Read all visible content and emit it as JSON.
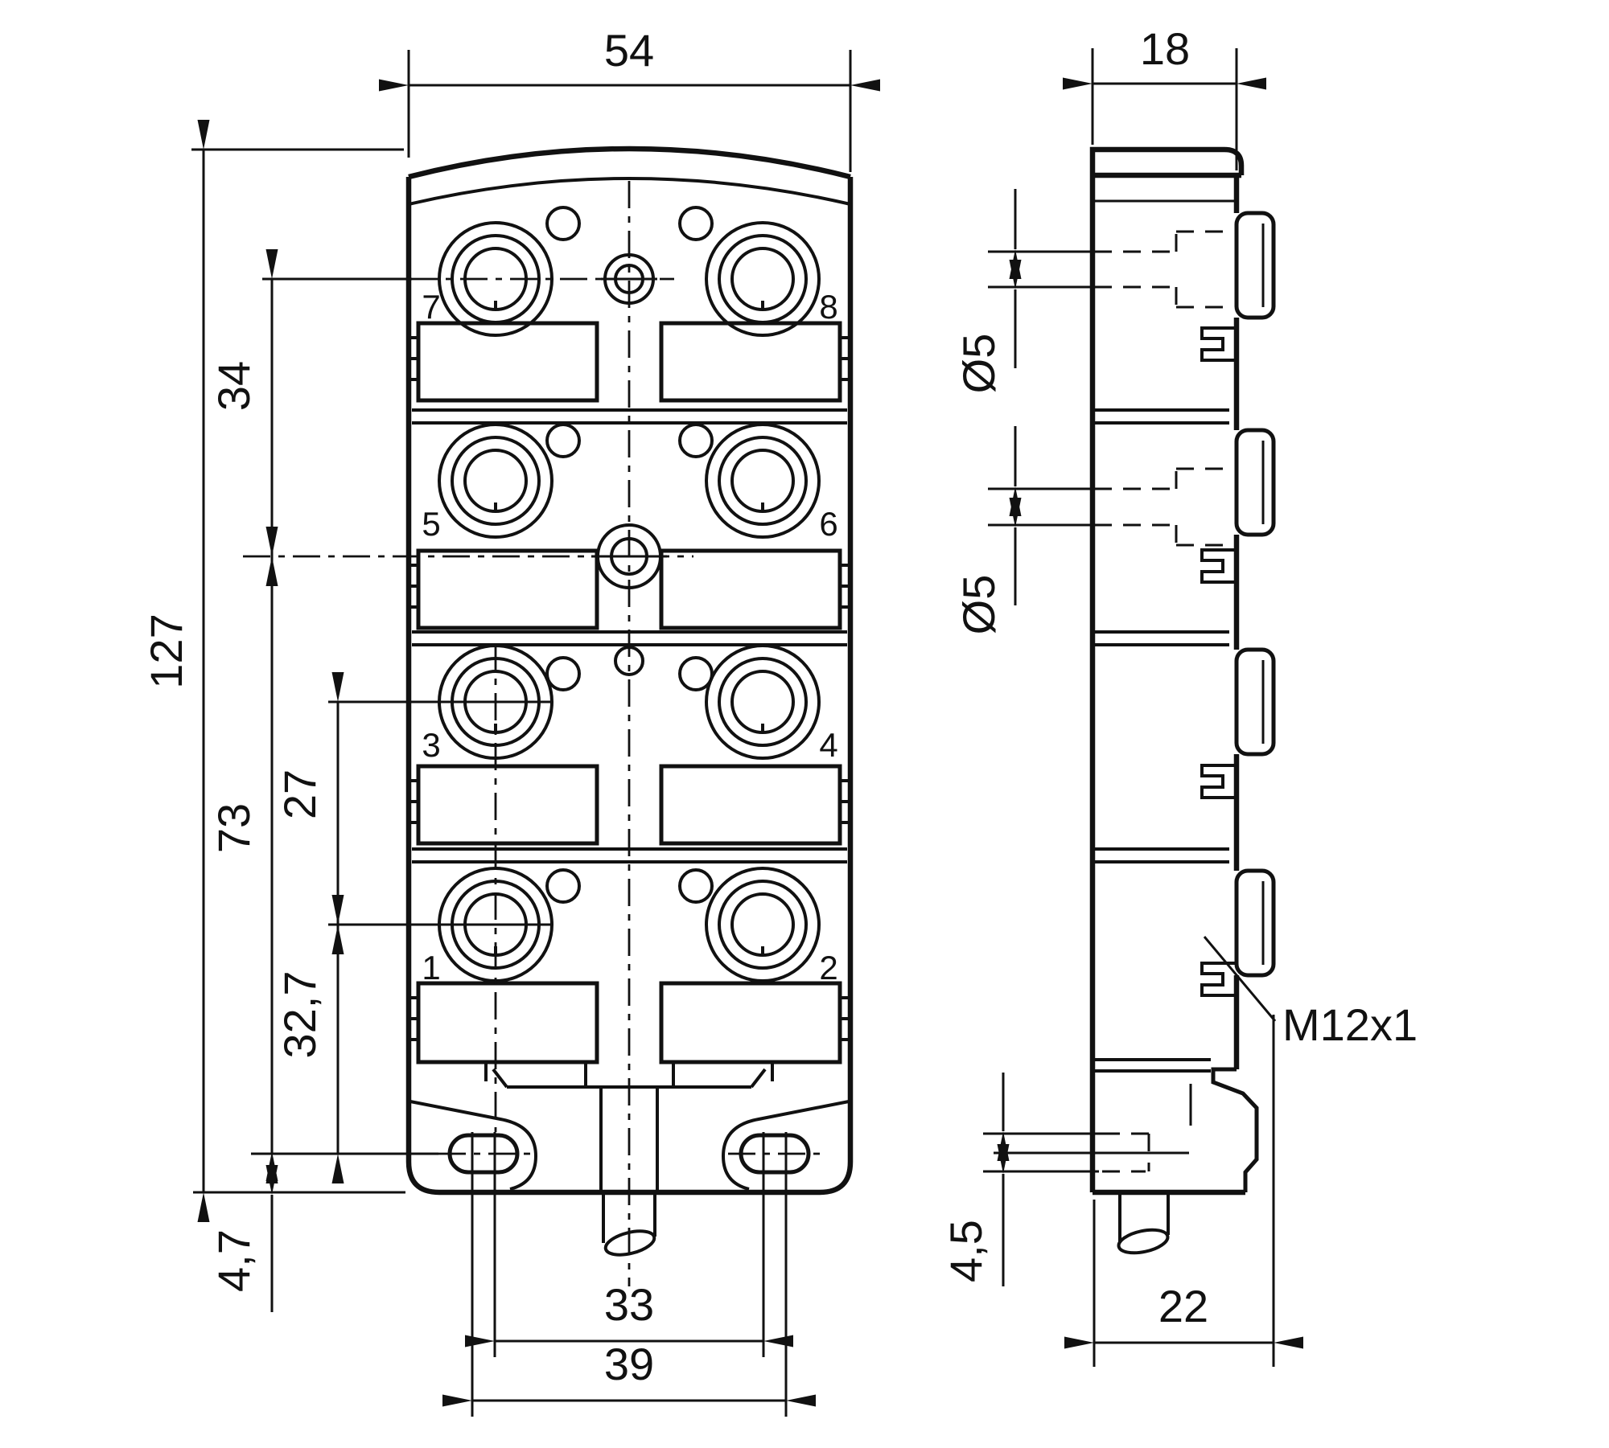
{
  "front_view": {
    "dims": {
      "width": "54",
      "height": "127",
      "row_top_to_screw": "34",
      "screw_to_holes": "73",
      "row3_to_row1": "27",
      "row1_to_holes": "32,7",
      "holes_to_bottom": "4,7",
      "hole_spacing": "33",
      "hole_slot_span": "39"
    },
    "ports": {
      "p1": "1",
      "p2": "2",
      "p3": "3",
      "p4": "4",
      "p5": "5",
      "p6": "6",
      "p7": "7",
      "p8": "8"
    }
  },
  "side_view": {
    "dims": {
      "depth": "18",
      "led_hole_dia_top": "Ø5",
      "led_hole_dia_mid": "Ø5",
      "slot_width": "4,5",
      "bottom_depth": "22"
    },
    "labels": {
      "connector_thread": "M12x1"
    }
  }
}
